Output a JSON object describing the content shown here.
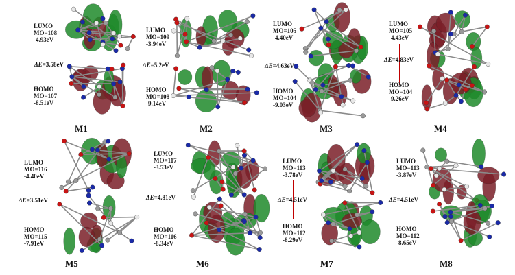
{
  "panels": [
    {
      "id": "M1",
      "title": "M1",
      "lumo_mo": "MO=108",
      "lumo_e": "-4.93eV",
      "homo_mo": "MO=107",
      "homo_e": "-8.51eV",
      "gap": "=3.58eV"
    },
    {
      "id": "M2",
      "title": "M2",
      "lumo_mo": "MO=109",
      "lumo_e": "-3.94eV",
      "homo_mo": "MO=108",
      "homo_e": "-9.14eV",
      "gap": "=5.2eV"
    },
    {
      "id": "M3",
      "title": "M3",
      "lumo_mo": "MO=105",
      "lumo_e": "-4.40eV",
      "homo_mo": "MO=104",
      "homo_e": "-9.03eV",
      "gap": "=4.63eV"
    },
    {
      "id": "M4",
      "title": "M4",
      "lumo_mo": "MO=105",
      "lumo_e": "-4.43eV",
      "homo_mo": "MO=104",
      "homo_e": "-9.26eV",
      "gap": "=4.83eV"
    },
    {
      "id": "M5",
      "title": "M5",
      "lumo_mo": "MO=116",
      "lumo_e": "-4.40eV",
      "homo_mo": "MO=115",
      "homo_e": "-7.91eV",
      "gap": "=3.51eV"
    },
    {
      "id": "M6",
      "title": "M6",
      "lumo_mo": "MO=117",
      "lumo_e": "-3.53eV",
      "homo_mo": "MO=116",
      "homo_e": "-8.34eV",
      "gap": "=4.81eV"
    },
    {
      "id": "M7",
      "title": "M7",
      "lumo_mo": "MO=113",
      "lumo_e": "-3.78eV",
      "homo_mo": "MO=112",
      "homo_e": "-8.29eV",
      "gap": "=4.51eV"
    },
    {
      "id": "M8",
      "title": "M8",
      "lumo_mo": "MO=113",
      "lumo_e": "-3.87eV",
      "homo_mo": "MO=112",
      "homo_e": "-8.65eV",
      "gap": "=4.51eV"
    }
  ],
  "labels": {
    "lumo": "LUMO",
    "homo": "HOMO",
    "delta_e": "ΔE"
  },
  "colors": {
    "orbital_pos": "#1f8a2a",
    "orbital_neg": "#7a1f28",
    "carbon": "#9a9a9a",
    "nitrogen": "#1a2aa8",
    "oxygen": "#c81414",
    "hydrogen": "#e8e8e8",
    "connector": "#c00000"
  }
}
